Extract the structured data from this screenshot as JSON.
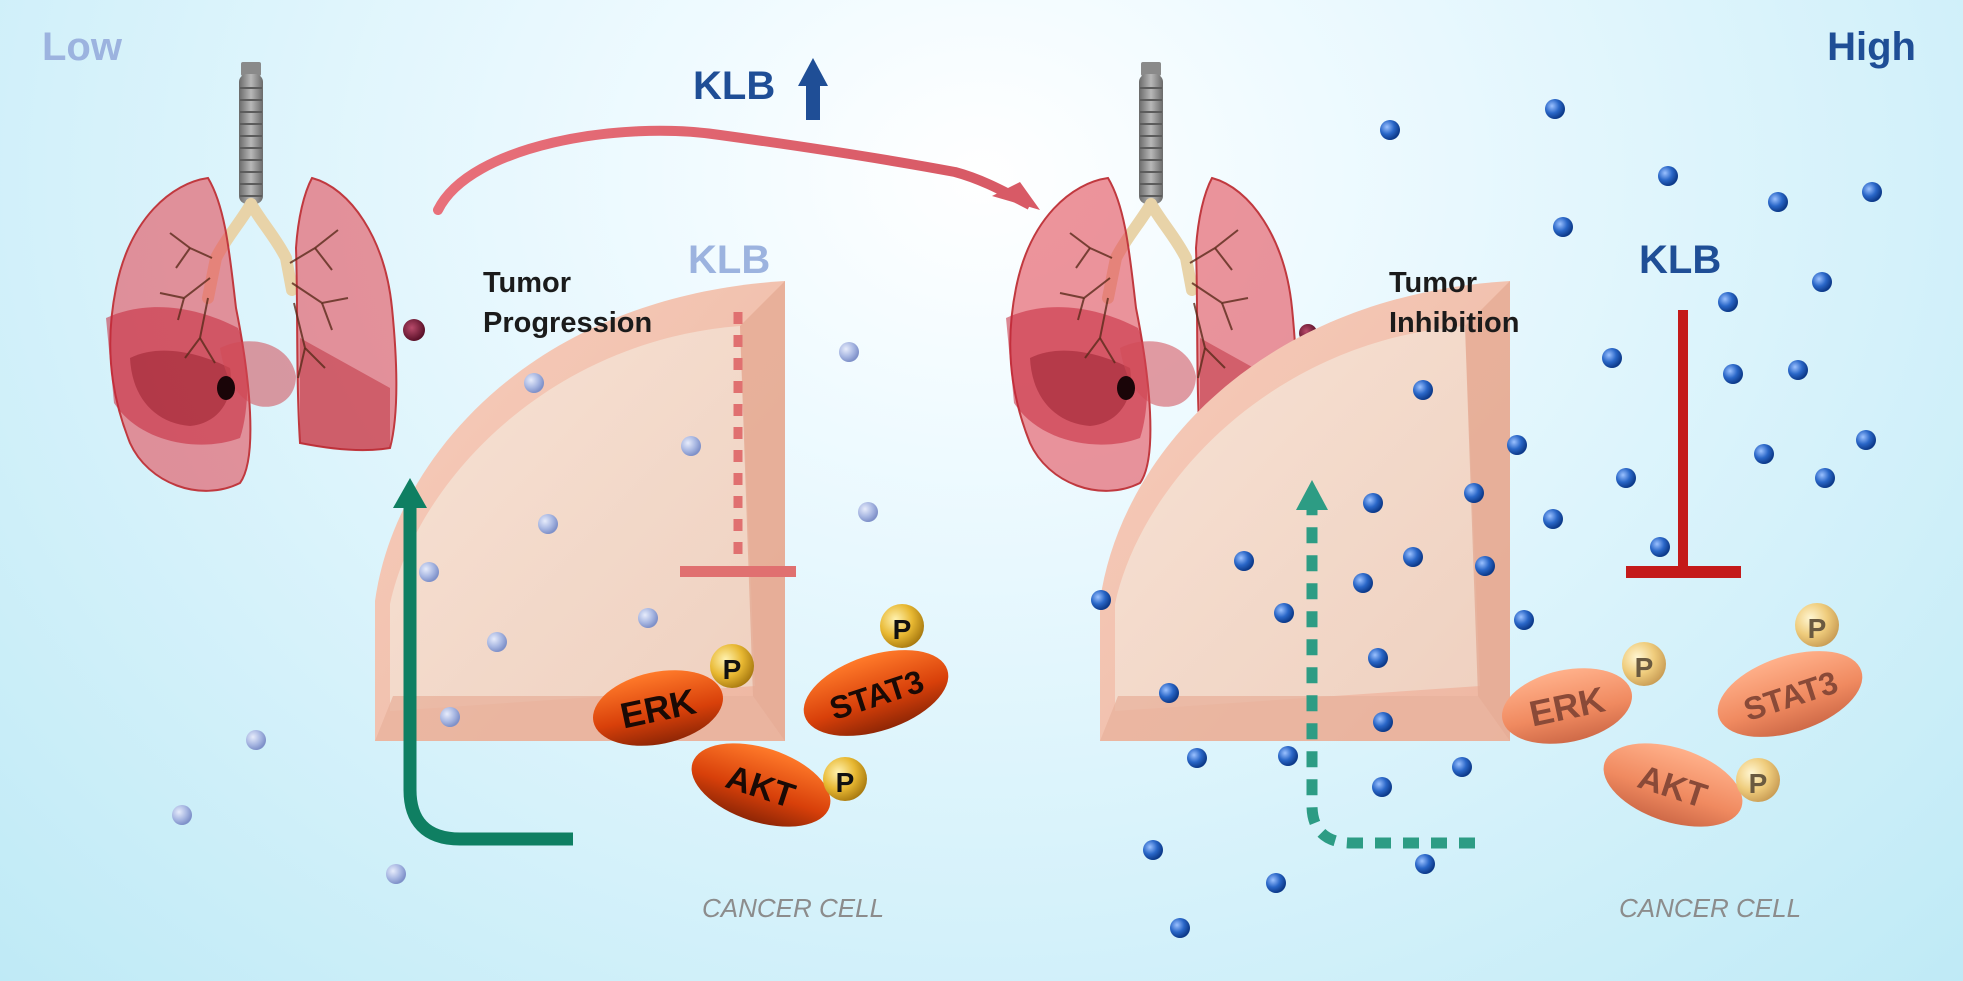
{
  "labels": {
    "low": "Low",
    "high": "High",
    "klb_top": "KLB",
    "klb_left": "KLB",
    "klb_right": "KLB",
    "tumor_progression_line1": "Tumor",
    "tumor_progression_line2": "Progression",
    "tumor_inhibition_line1": "Tumor",
    "tumor_inhibition_line2": "Inhibition",
    "cancer_cell_left": "CANCER CELL",
    "cancer_cell_right": "CANCER CELL"
  },
  "proteins": {
    "erk": "ERK",
    "akt": "AKT",
    "stat3": "STAT3",
    "phospho": "P"
  },
  "icons": [
    "lungs-icon",
    "tumor-nodule-icon",
    "up-arrow-icon",
    "inhibition-bar-icon",
    "klb-particle-icon"
  ],
  "colors": {
    "low_label": "#9cb3df",
    "high_label": "#1f4e96",
    "klb_dark": "#1f4e96",
    "klb_light": "#9cb3df",
    "inhibit_light": "#e07070",
    "inhibit_dark": "#c41a1a",
    "signal_green": "#0f7f62",
    "signal_teal": "#2d9c84",
    "protein_active": "#e0400a",
    "protein_faded": "#f08a60",
    "phospho_gold": "#e8b832"
  }
}
